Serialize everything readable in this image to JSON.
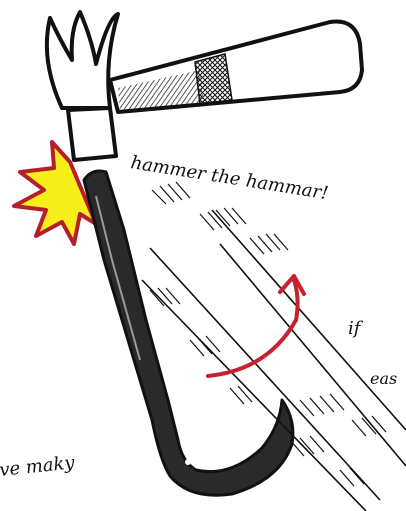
{
  "sketch": {
    "caption_main": "hammer the hammar!",
    "caption_right_1": "if",
    "caption_right_2": "eas",
    "caption_bottom_left": "ve maky",
    "colors": {
      "ink": "#111111",
      "spark_fill": "#f7ee1a",
      "spark_outline": "#b3202c",
      "arrow": "#c8202e",
      "paper": "#ffffff"
    },
    "icons": {
      "hammer": "hammer-icon",
      "crowbar": "crowbar-icon",
      "impact": "impact-spark-icon",
      "arrow": "curved-arrow-icon"
    }
  }
}
